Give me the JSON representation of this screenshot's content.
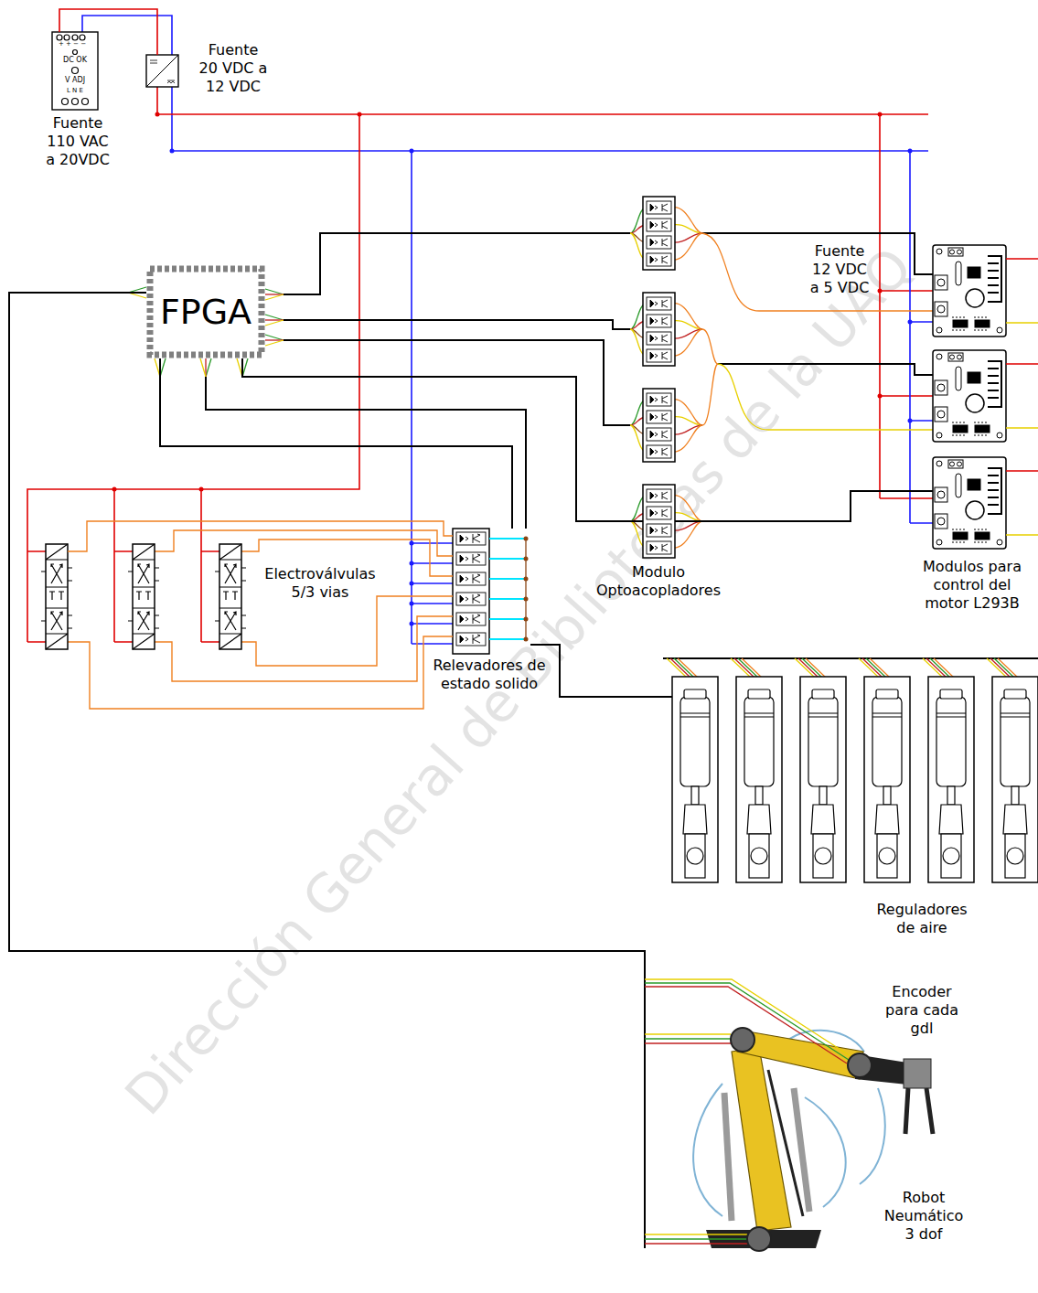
{
  "diagram": {
    "nodes": [
      {
        "text": [
          "Fuente 110 VAC a 20VDC"
        ]
      },
      {
        "text": [
          "Fuente 20 VDC a 12 VDC"
        ]
      },
      {
        "text": [
          "FPGA"
        ]
      },
      {
        "text": [
          "Modulo Optoacopladores"
        ]
      },
      {
        "text": [
          "Modulos para control del motor L293B"
        ]
      },
      {
        "text": [
          "Relevadores de estado solido"
        ]
      },
      {
        "text": [
          "Electroválvulas 5/3 vias"
        ]
      },
      {
        "text": [
          "Reguladores de aire"
        ]
      },
      {
        "text": [
          "Robot Neumático 3 dof"
        ]
      }
    ],
    "edges": [
      {
        "from": 0,
        "to": 1,
        "arrow": "none"
      },
      {
        "from": 2,
        "to": 3,
        "arrow": "none"
      },
      {
        "from": 3,
        "to": 4,
        "arrow": "none"
      },
      {
        "from": 2,
        "to": 5,
        "arrow": "none"
      },
      {
        "from": 5,
        "to": 7,
        "arrow": "none"
      },
      {
        "from": 2,
        "to": 8,
        "arrow": "none"
      },
      {
        "from": 5,
        "to": 6,
        "arrow": "none"
      }
    ],
    "labels": [
      "+ + − −",
      "DC OK",
      "V ADJ",
      "L N E",
      "Fuente 12 VDC a 5 VDC",
      "Encoder para cada gdl",
      "Dirección General de Bibliotecas de la UAQ"
    ]
  }
}
